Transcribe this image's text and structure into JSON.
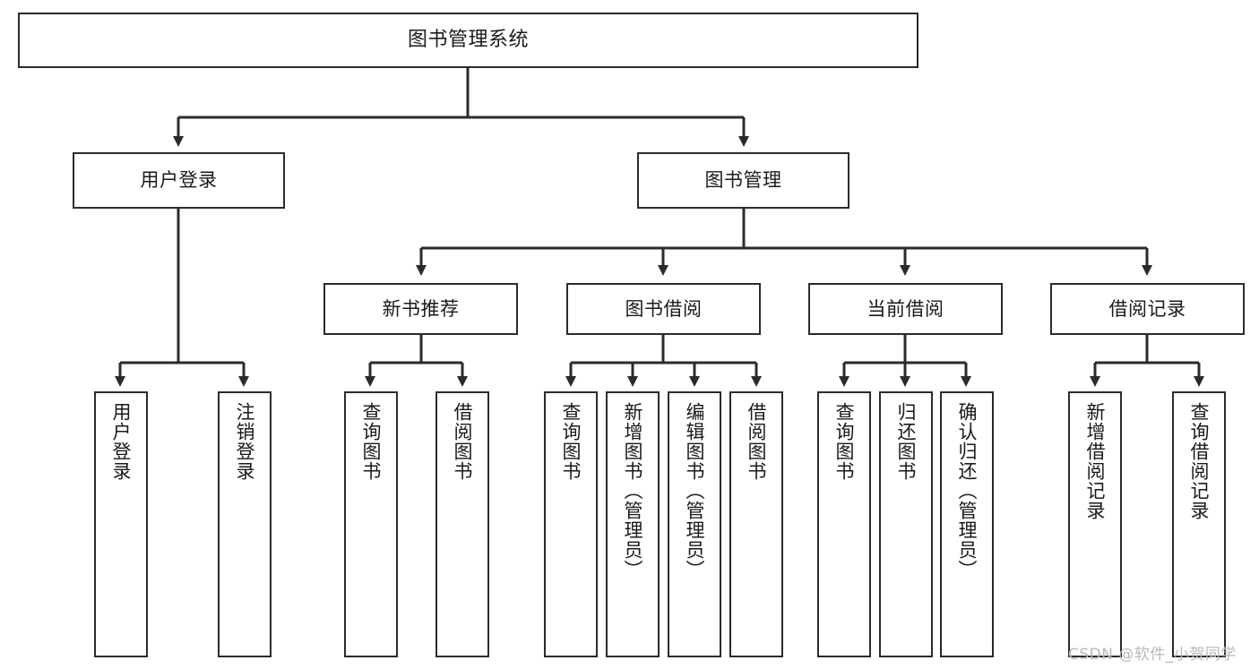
{
  "diagram": {
    "title": "图书管理系统",
    "type": "tree",
    "watermark": "CSDN @软件_小贺同学",
    "colors": {
      "stroke": "#2b2b2b",
      "fill": "#ffffff",
      "text": "#1a1a1a",
      "watermark": "#b9b9b9"
    },
    "levels": {
      "root": {
        "label": "图书管理系统"
      },
      "level2": [
        {
          "label": "用户登录"
        },
        {
          "label": "图书管理"
        }
      ],
      "level3": [
        {
          "label": "新书推荐"
        },
        {
          "label": "图书借阅"
        },
        {
          "label": "当前借阅"
        },
        {
          "label": "借阅记录"
        }
      ],
      "leaves": {
        "user_login": [
          {
            "label": "用户登录"
          },
          {
            "label": "注销登录"
          }
        ],
        "new_book": [
          {
            "label": "查询图书"
          },
          {
            "label": "借阅图书"
          }
        ],
        "book_borrow": [
          {
            "label": "查询图书"
          },
          {
            "label": "新增图书（管理员）"
          },
          {
            "label": "编辑图书（管理员）"
          },
          {
            "label": "借阅图书"
          }
        ],
        "current_borrow": [
          {
            "label": "查询图书"
          },
          {
            "label": "归还图书"
          },
          {
            "label": "确认归还（管理员）"
          }
        ],
        "borrow_record": [
          {
            "label": "新增借阅记录"
          },
          {
            "label": "查询借阅记录"
          }
        ]
      }
    }
  }
}
